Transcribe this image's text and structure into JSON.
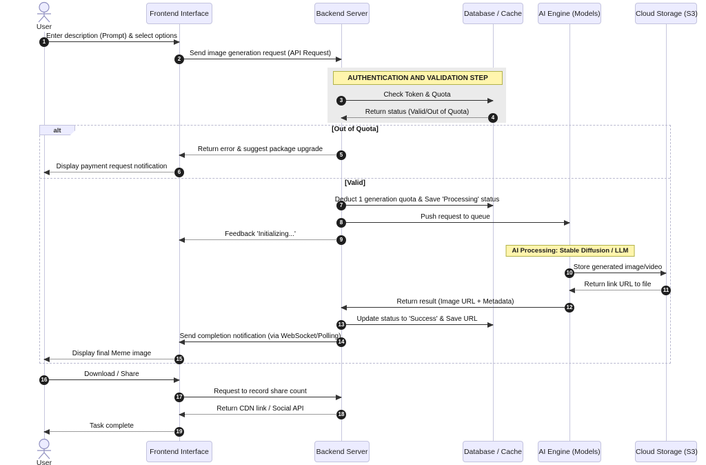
{
  "diagram": {
    "type": "sequence",
    "actors": [
      {
        "id": "user",
        "name": "User",
        "kind": "person"
      },
      {
        "id": "frontend",
        "name": "Frontend Interface",
        "kind": "participant"
      },
      {
        "id": "backend",
        "name": "Backend Server",
        "kind": "participant"
      },
      {
        "id": "database",
        "name": "Database / Cache",
        "kind": "participant"
      },
      {
        "id": "ai",
        "name": "AI Engine (Models)",
        "kind": "participant"
      },
      {
        "id": "storage",
        "name": "Cloud Storage (S3)",
        "kind": "participant"
      }
    ],
    "notes": [
      {
        "text": "AUTHENTICATION AND VALIDATION STEP",
        "over": "Backend Server / Database"
      },
      {
        "text": "AI Processing: Stable Diffusion / LLM",
        "over": "AI Engine (Models)"
      }
    ],
    "alt_fragment": {
      "label": "alt",
      "branches": [
        "[Out of Quota]",
        "[Valid]"
      ]
    },
    "messages": [
      {
        "num": "1",
        "from": "User",
        "to": "Frontend Interface",
        "style": "solid",
        "label": "Enter description (Prompt) & select options"
      },
      {
        "num": "2",
        "from": "Frontend Interface",
        "to": "Backend Server",
        "style": "solid",
        "label": "Send image generation request (API Request)"
      },
      {
        "num": "3",
        "from": "Backend Server",
        "to": "Database / Cache",
        "style": "solid",
        "label": "Check Token & Quota"
      },
      {
        "num": "4",
        "from": "Database / Cache",
        "to": "Backend Server",
        "style": "dashed",
        "label": "Return status (Valid/Out of Quota)"
      },
      {
        "num": "5",
        "from": "Backend Server",
        "to": "Frontend Interface",
        "style": "dashed",
        "label": "Return error & suggest package upgrade"
      },
      {
        "num": "6",
        "from": "Frontend Interface",
        "to": "User",
        "style": "dashed",
        "label": "Display payment request notification"
      },
      {
        "num": "7",
        "from": "Backend Server",
        "to": "Database / Cache",
        "style": "solid",
        "label": "Deduct 1 generation quota & Save 'Processing' status"
      },
      {
        "num": "8",
        "from": "Backend Server",
        "to": "AI Engine (Models)",
        "style": "solid",
        "label": "Push request to queue"
      },
      {
        "num": "9",
        "from": "Backend Server",
        "to": "Frontend Interface",
        "style": "dashed",
        "label": "Feedback 'Initializing...'"
      },
      {
        "num": "10",
        "from": "AI Engine (Models)",
        "to": "Cloud Storage (S3)",
        "style": "solid",
        "label": "Store generated image/video"
      },
      {
        "num": "11",
        "from": "Cloud Storage (S3)",
        "to": "AI Engine (Models)",
        "style": "dashed",
        "label": "Return link URL to file"
      },
      {
        "num": "12",
        "from": "AI Engine (Models)",
        "to": "Backend Server",
        "style": "solid",
        "label": "Return result (Image URL + Metadata)"
      },
      {
        "num": "13",
        "from": "Backend Server",
        "to": "Database / Cache",
        "style": "solid",
        "label": "Update status to 'Success' & Save URL"
      },
      {
        "num": "14",
        "from": "Backend Server",
        "to": "Frontend Interface",
        "style": "solid",
        "label": "Send completion notification (via WebSocket/Polling)"
      },
      {
        "num": "15",
        "from": "Frontend Interface",
        "to": "User",
        "style": "dashed",
        "label": "Display final Meme image"
      },
      {
        "num": "16",
        "from": "User",
        "to": "Frontend Interface",
        "style": "solid",
        "label": "Download / Share"
      },
      {
        "num": "17",
        "from": "Frontend Interface",
        "to": "Backend Server",
        "style": "solid",
        "label": "Request to record share count"
      },
      {
        "num": "18",
        "from": "Backend Server",
        "to": "Frontend Interface",
        "style": "dashed",
        "label": "Return CDN link / Social API"
      },
      {
        "num": "19",
        "from": "Frontend Interface",
        "to": "User",
        "style": "dashed",
        "label": "Task complete"
      }
    ],
    "colors": {
      "actor_fill": "#ECECFF",
      "actor_border": "#C3C3DE",
      "note_fill": "#FFF5AD",
      "note_border": "#B2B24A",
      "highlight_rect": "#EBEBEB",
      "message_line": "#333333",
      "lifeline": "#C7C7DE",
      "number_badge": "#1F1F1F"
    }
  }
}
